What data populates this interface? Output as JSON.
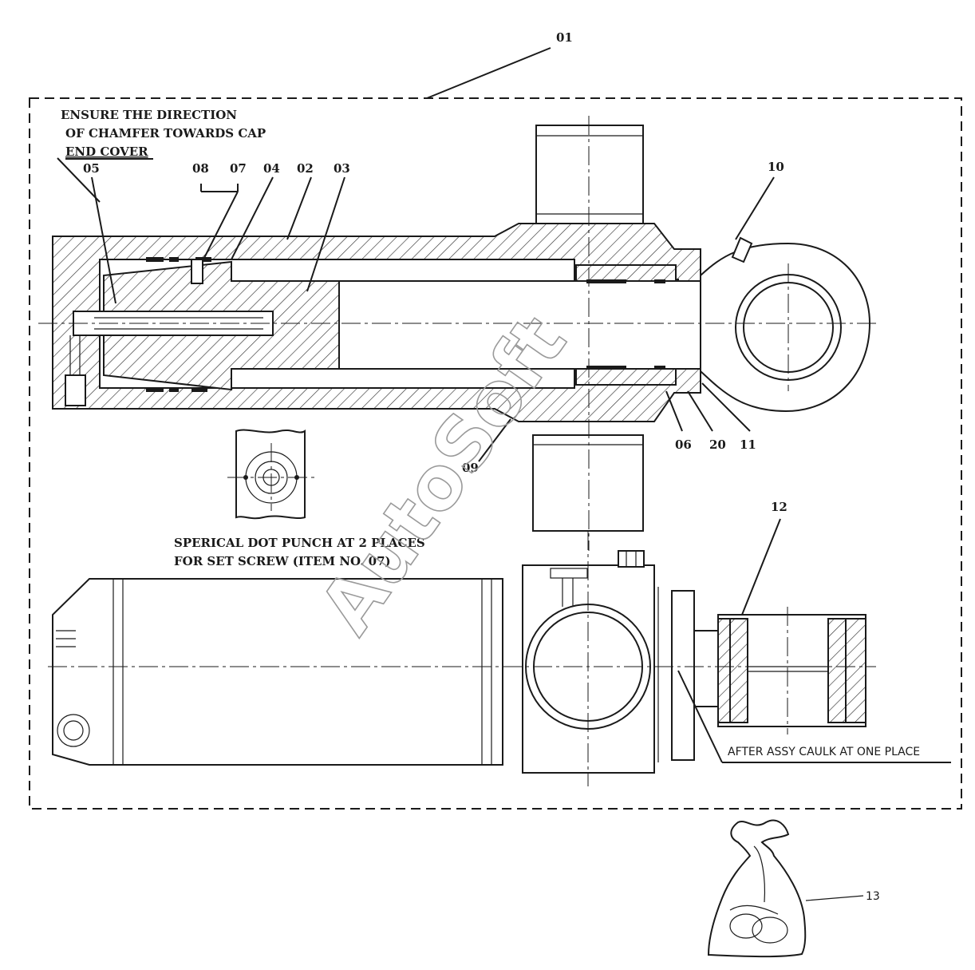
{
  "notes": {
    "chamfer_line1": "ENSURE THE DIRECTION",
    "chamfer_line2": "OF CHAMFER TOWARDS CAP",
    "chamfer_line3": "END COVER",
    "punch_line1": "SPERICAL DOT PUNCH AT 2 PLACES",
    "punch_line2": "FOR SET SCREW (ITEM NO. 07)",
    "caulk": "AFTER ASSY CAULK AT ONE PLACE"
  },
  "labels": {
    "assembly": "01",
    "item05": "05",
    "item08": "08",
    "item07": "07",
    "item04": "04",
    "item02": "02",
    "item03": "03",
    "item10": "10",
    "item06": "06",
    "item20": "20",
    "item11": "11",
    "item09": "09",
    "item12": "12",
    "item13": "13"
  },
  "watermark": "AutoSoft"
}
